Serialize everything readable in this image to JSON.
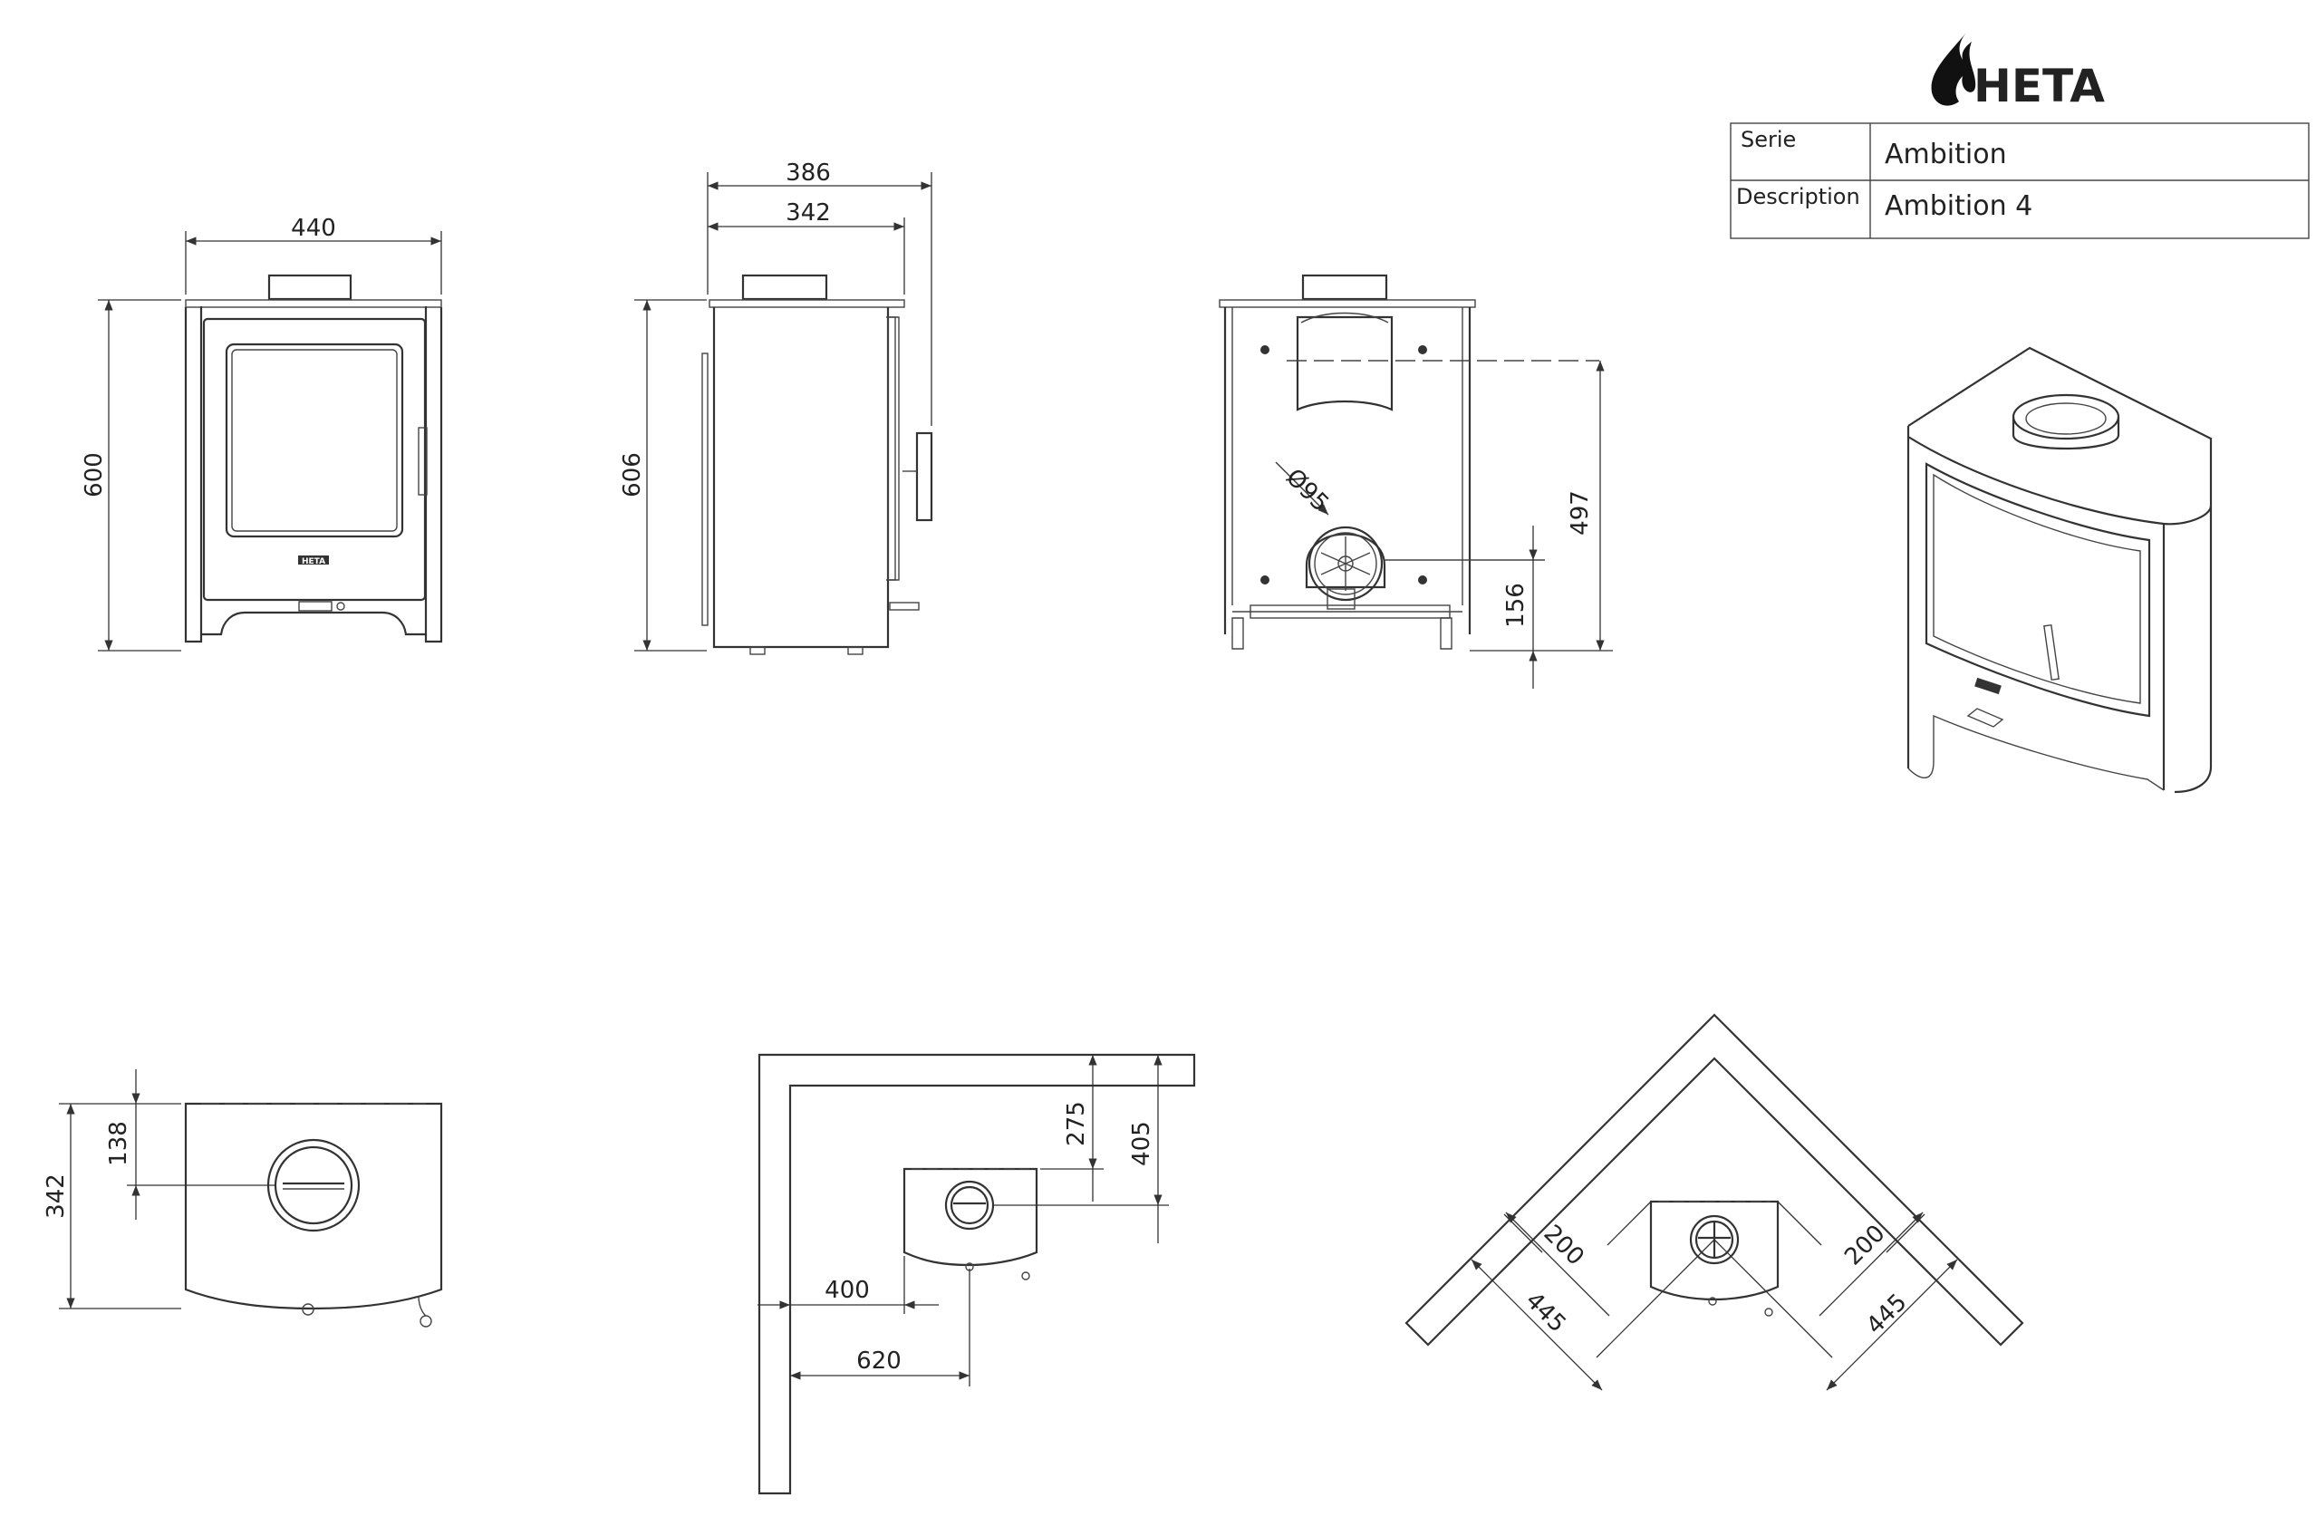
{
  "brand": {
    "logo_text": "HETA",
    "flame_color": "#111111"
  },
  "title_block": {
    "rows": [
      {
        "label": "Serie",
        "value": "Ambition"
      },
      {
        "label": "Description",
        "value": "Ambition 4"
      }
    ]
  },
  "front_view": {
    "width": "440",
    "height": "600",
    "badge": "HETA"
  },
  "side_view": {
    "depth_overall": "386",
    "depth_body": "342",
    "height": "606"
  },
  "rear_view": {
    "flue_diameter": "Ø95",
    "flue_height": "497",
    "inlet_height": "156"
  },
  "top_view": {
    "depth": "342",
    "flue_offset": "138"
  },
  "wall_install": {
    "back_clearance": "275",
    "back_to_center": "405",
    "side_clearance": "400",
    "side_to_center": "620"
  },
  "corner_install": {
    "left_clearance": "200",
    "right_clearance": "200",
    "left_to_center": "445",
    "right_to_center": "445"
  }
}
